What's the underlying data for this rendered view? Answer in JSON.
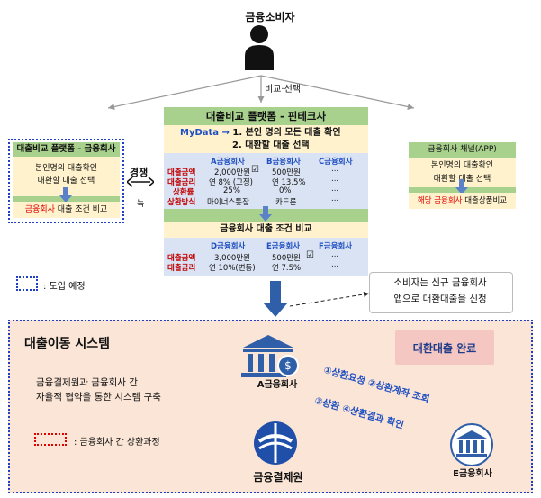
{
  "consumer": {
    "label": "금융소비자",
    "compare_select": "비교·선택"
  },
  "left_panel": {
    "title": "대출비교 플랫폼 - 금융회사",
    "lines": [
      "본인명의 대출확인",
      "대환할 대출 선택"
    ],
    "foot_red": "금융회사",
    "foot_rest": " 대출 조건 비교"
  },
  "competition": {
    "label": "경쟁",
    "sub": "늑"
  },
  "center_panel": {
    "title": "대출비교 플랫폼 - 핀테크사",
    "mydata_prefix": "MyData → ",
    "mydata_line1": "1. 본인 명의 모든 대출 확인",
    "mydata_line2": "2. 대환할 대출 선택",
    "table1": {
      "columns": [
        "A금융회사",
        "B금융회사",
        "C금융회사"
      ],
      "row_labels": [
        "대출금액",
        "대출금리",
        "상환률",
        "상환방식"
      ],
      "cells": [
        [
          "2,000만원",
          "500만원",
          "..."
        ],
        [
          "연 8% (고정)",
          "연 13.5%",
          "..."
        ],
        [
          "25%",
          "0%",
          "..."
        ],
        [
          "마이너스통장",
          "카드론",
          "..."
        ]
      ],
      "checkmark": "☑"
    },
    "sub_title": "금융회사 대출 조건 비교",
    "table2": {
      "columns": [
        "D금융회사",
        "E금융회사",
        "F금융회사"
      ],
      "row_labels": [
        "대출금액",
        "대출금리"
      ],
      "cells": [
        [
          "3,000만원",
          "500만원",
          "..."
        ],
        [
          "연 10%(변동)",
          "연 7.5%",
          "..."
        ]
      ],
      "checkmark": "☑"
    }
  },
  "right_panel": {
    "title": "금융회사 채널(APP)",
    "lines": [
      "본인명의 대출확인",
      "대환할 대출 선택"
    ],
    "foot_red": "해당 금융회사",
    "foot_rest": " 대출상품비교"
  },
  "legend": {
    "dotted_label": ": 도입 예정",
    "red_label": ": 금융회사 간 상환과정"
  },
  "callout": {
    "line1": "소비자는 신규 금융회사",
    "line2": "앱으로 대환대출을 신청"
  },
  "system": {
    "title": "대출이동 시스템",
    "desc_line1": "금융결제원과 금융회사 간",
    "desc_line2": "자율적 협약을 통한 시스템 구축",
    "done": "대환대출 완료",
    "bank_a": "A금융회사",
    "bank_e": "E금융회사",
    "kftc": "금융결제원",
    "step_top": "①상환요청 ②상환계좌 조회",
    "step_bottom": "③상환 ④상환결과 확인"
  },
  "colors": {
    "green": "#a9d18e",
    "cream": "#fff2cc",
    "blue_table": "#dae3f3",
    "peach": "#fbe5d6",
    "accent_blue": "#1f4fc2",
    "red": "#c00000"
  }
}
